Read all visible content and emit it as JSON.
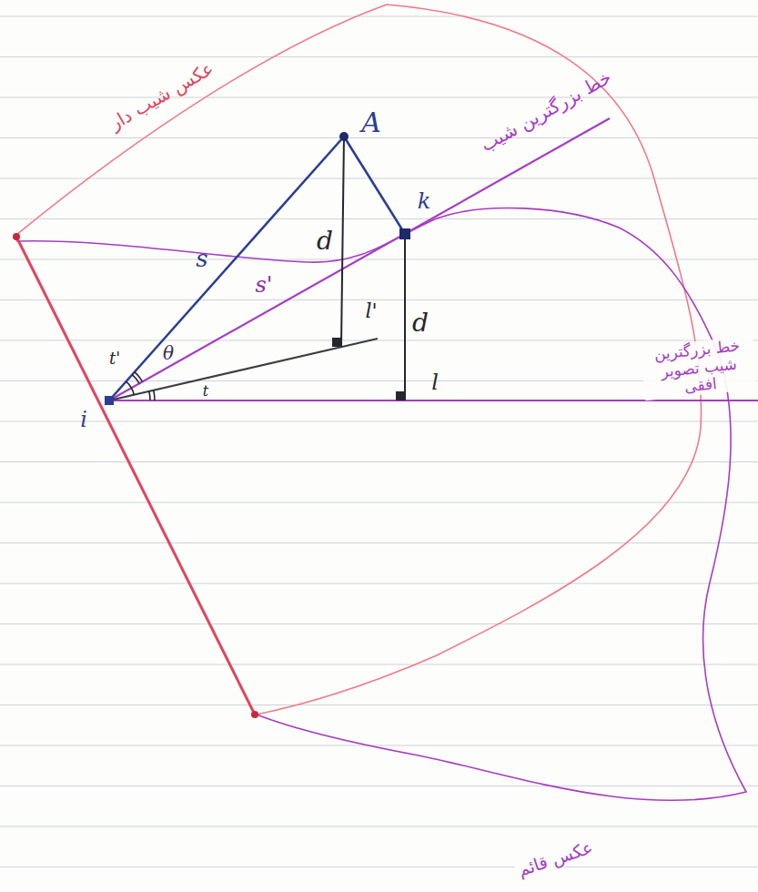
{
  "diagram": {
    "labels": [
      "عکس شیب دار",
      "A",
      "خط بزرگترین شیب",
      "k",
      "s",
      "d",
      "s'",
      "l'",
      "d",
      "θ",
      "t'",
      "t",
      "l",
      "i",
      "خط بزرگترین شیب تصویر افقی",
      "عکس قائم"
    ]
  }
}
